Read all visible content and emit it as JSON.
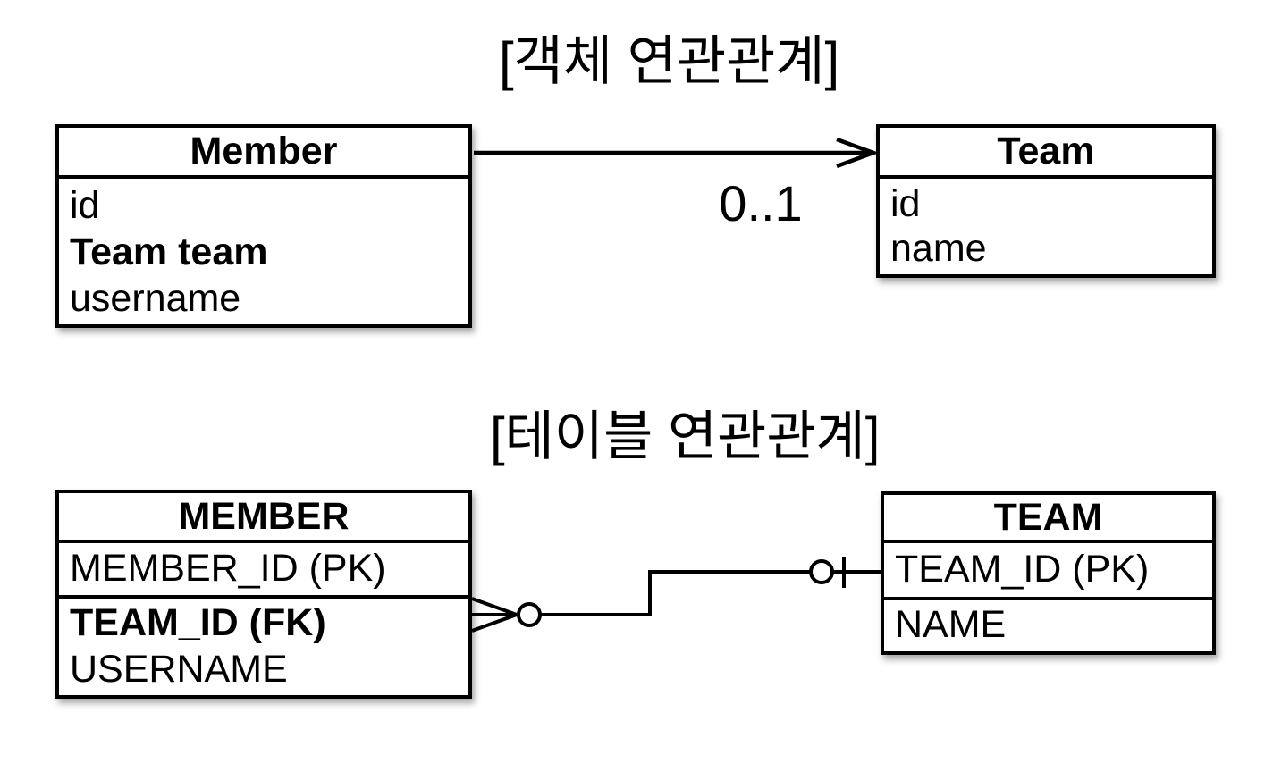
{
  "colors": {
    "ink": "#000000",
    "paper": "#ffffff"
  },
  "object_diagram": {
    "title": "[객체 연관관계]",
    "member_class": {
      "name": "Member",
      "fields": [
        {
          "text": "id",
          "emphasis": "normal"
        },
        {
          "text": "Team team",
          "emphasis": "bold"
        },
        {
          "text": "username",
          "emphasis": "normal"
        }
      ]
    },
    "team_class": {
      "name": "Team",
      "fields": [
        {
          "text": "id",
          "emphasis": "normal"
        },
        {
          "text": "name",
          "emphasis": "normal"
        }
      ]
    },
    "association": {
      "multiplicity": "0..1",
      "from": "Member",
      "to": "Team",
      "marker": "open-arrowhead"
    }
  },
  "table_diagram": {
    "title": "[테이블 연관관계]",
    "member_table": {
      "name": "MEMBER",
      "primary_key_row": "MEMBER_ID (PK)",
      "columns": [
        {
          "text": "TEAM_ID (FK)",
          "emphasis": "bold"
        },
        {
          "text": "USERNAME",
          "emphasis": "normal"
        }
      ]
    },
    "team_table": {
      "name": "TEAM",
      "primary_key_row": "TEAM_ID (PK)",
      "columns": [
        {
          "text": "NAME",
          "emphasis": "normal"
        }
      ]
    },
    "relationship": {
      "member_end_marker": "crow-foot-zero-or-many",
      "team_end_marker": "circle-bar-zero-or-one"
    }
  }
}
